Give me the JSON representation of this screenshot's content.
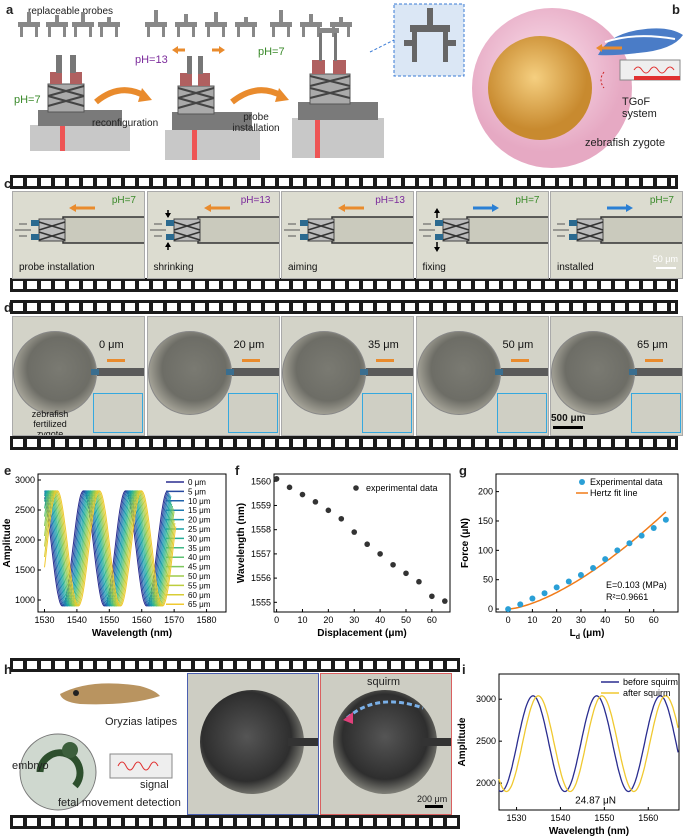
{
  "panel_labels": {
    "a": "a",
    "b": "b",
    "c": "c",
    "d": "d",
    "e": "e",
    "f": "f",
    "g": "g",
    "h": "h",
    "i": "i"
  },
  "panel_a": {
    "title": "replaceable probes",
    "ph1": "pH=7",
    "ph2": "pH=13",
    "ph3": "pH=7",
    "step1": "reconfiguration",
    "step2_line1": "probe",
    "step2_line2": "installation"
  },
  "panel_b": {
    "system": "TGoF system",
    "caption": "zebrafish zygote"
  },
  "panel_c": {
    "frames": [
      {
        "ph": "pH=7",
        "label": "probe installation",
        "arrow": "left"
      },
      {
        "ph": "pH=13",
        "label": "shrinking",
        "arrow": "left"
      },
      {
        "ph": "pH=13",
        "label": "aiming",
        "arrow": "left"
      },
      {
        "ph": "pH=7",
        "label": "fixing",
        "arrow": "right"
      },
      {
        "ph": "pH=7",
        "label": "installed",
        "arrow": "right"
      }
    ],
    "scale": "50 μm"
  },
  "panel_d": {
    "frames": [
      {
        "disp": "0 μm"
      },
      {
        "disp": "20 μm"
      },
      {
        "disp": "35 μm"
      },
      {
        "disp": "50 μm"
      },
      {
        "disp": "65 μm"
      }
    ],
    "caption_line1": "zebrafish",
    "caption_line2": "fertilized zygote",
    "scale": "500 μm"
  },
  "panel_h": {
    "species": "Oryzias latipes",
    "embryo": "embryo",
    "signal": "signal",
    "caption": "fetal movement detection",
    "squirm": "squirm",
    "scale": "200 μm"
  },
  "chart_data": [
    {
      "panel": "e",
      "type": "line",
      "xlabel": "Wavelength (nm)",
      "ylabel": "Amplitude",
      "xlim": [
        1528,
        1586
      ],
      "ylim": [
        800,
        3100
      ],
      "xticks": [
        1530,
        1540,
        1550,
        1560,
        1570,
        1580
      ],
      "yticks": [
        1000,
        1500,
        2000,
        2500,
        3000
      ],
      "legend_position": "top-right",
      "series_names": [
        "0  μm",
        "5  μm",
        "10 μm",
        "15 μm",
        "20 μm",
        "25 μm",
        "30 μm",
        "35 μm",
        "40 μm",
        "45 μm",
        "50 μm",
        "55 μm",
        "60 μm",
        "65 μm"
      ],
      "series_colors": [
        "#2a2d8f",
        "#27489f",
        "#2163ab",
        "#1f7bb0",
        "#1a90ad",
        "#1aa2a5",
        "#25ae97",
        "#3fb985",
        "#5dc171",
        "#7dc75c",
        "#9ecb4a",
        "#bdcd3c",
        "#d8cd35",
        "#f0c930"
      ],
      "trough_base": [
        1535.5,
        1548.5,
        1561.5
      ],
      "trough_shift_per_series": 0.38,
      "period": 13.0,
      "amplitude_min": 900,
      "amplitude_max": 2820,
      "x_range": [
        1530,
        1568
      ]
    },
    {
      "panel": "f",
      "type": "scatter",
      "xlabel": "Displacement (μm)",
      "ylabel": "Wavelength (nm)",
      "xlim": [
        -1,
        67
      ],
      "ylim": [
        1554.6,
        1560.3
      ],
      "xticks": [
        0,
        10,
        20,
        30,
        40,
        50,
        60
      ],
      "yticks": [
        1555,
        1556,
        1557,
        1558,
        1559,
        1560
      ],
      "legend": [
        "experimental data"
      ],
      "legend_position": "top-right",
      "x": [
        0,
        5,
        10,
        15,
        20,
        25,
        30,
        35,
        40,
        45,
        50,
        55,
        60,
        65
      ],
      "y": [
        1560.1,
        1559.75,
        1559.45,
        1559.15,
        1558.8,
        1558.45,
        1557.9,
        1557.4,
        1557.0,
        1556.55,
        1556.2,
        1555.85,
        1555.25,
        1555.05
      ]
    },
    {
      "panel": "g",
      "type": "scatter",
      "xlabel": "L_d (μm)",
      "ylabel": "Force (μN)",
      "xlim": [
        -5,
        70
      ],
      "ylim": [
        -5,
        230
      ],
      "xticks": [
        0,
        10,
        20,
        30,
        40,
        50,
        60
      ],
      "yticks": [
        0,
        50,
        100,
        150,
        200
      ],
      "legend": [
        "Experimental data",
        "Hertz fit line"
      ],
      "legend_position": "top-right",
      "x": [
        0,
        5,
        10,
        15,
        20,
        25,
        30,
        35,
        40,
        45,
        50,
        55,
        60,
        65
      ],
      "y": [
        0,
        8,
        18,
        27,
        37,
        47,
        58,
        70,
        85,
        100,
        112,
        125,
        138,
        152
      ],
      "fit": {
        "E": "E=0.103 (MPa)",
        "R2": "R²=0.9661",
        "k": 0.316
      },
      "colors": {
        "points": "#2a9fd6",
        "fit": "#f07b19"
      }
    },
    {
      "panel": "i",
      "type": "line",
      "xlabel": "Wavelength (nm)",
      "ylabel": "Amplitude",
      "xlim": [
        1526,
        1567
      ],
      "ylim": [
        1680,
        3300
      ],
      "xticks": [
        1530,
        1540,
        1550,
        1560
      ],
      "yticks": [
        2000,
        2500,
        3000
      ],
      "series": [
        {
          "name": "before squirm",
          "color": "#2a2d8f",
          "trough": 1541.0
        },
        {
          "name": "after squirm",
          "color": "#f0c930",
          "trough": 1542.2
        }
      ],
      "period": 14.5,
      "amplitude_min": 1900,
      "amplitude_max": 3040,
      "annotation": "24.87 μN",
      "legend_position": "top-right"
    }
  ]
}
